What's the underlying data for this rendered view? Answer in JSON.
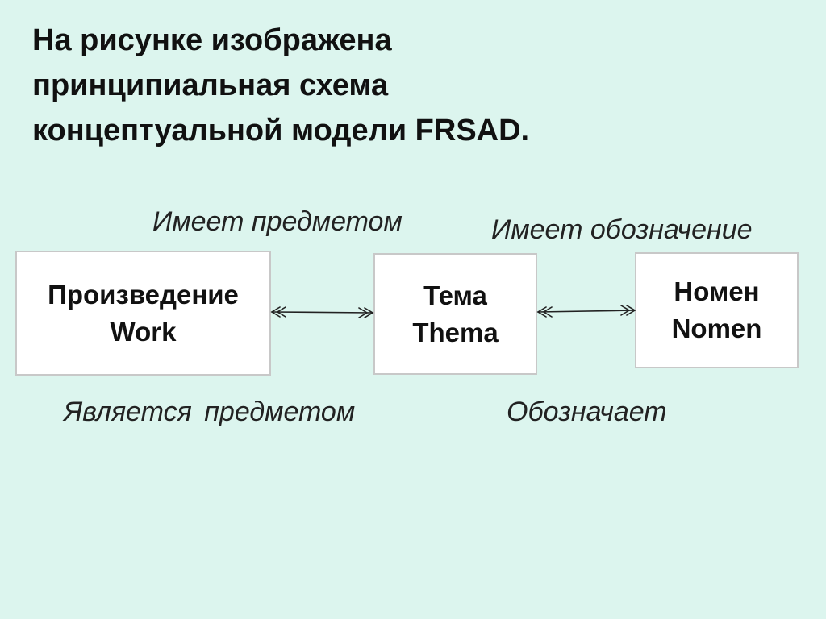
{
  "title": {
    "lines": [
      "На рисунке изображена",
      "принципиальная схема",
      "концептуальной модели FRSAD."
    ]
  },
  "entities": {
    "work": {
      "line1": "Произведение",
      "line2": "Work"
    },
    "thema": {
      "line1": "Тема",
      "line2": "Thema"
    },
    "nomen": {
      "line1": "Номен",
      "line2": "Nomen"
    }
  },
  "relationships": {
    "has_subject": "Имеет предметом",
    "is_subject_of": "Является  предметом",
    "has_appellation": "Имеет обозначение",
    "is_appellation_of": "Обозначает"
  },
  "colors": {
    "background": "#dcf5ee",
    "box_fill": "#ffffff",
    "box_border": "#c8c8c8",
    "text": "#111111",
    "connector": "#222222"
  }
}
